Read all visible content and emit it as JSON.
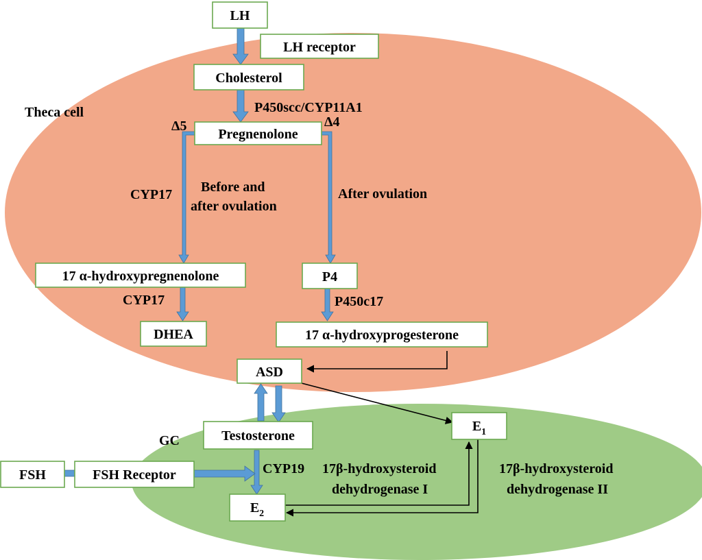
{
  "colors": {
    "theca_fill": "#f2a889",
    "gc_fill": "#9fcb86",
    "box_border": "#6aa84f",
    "thick_arrow": "#5b9bd5",
    "thin_arrow": "#000000"
  },
  "regions": {
    "theca_label": "Theca cell",
    "gc_label": "GC"
  },
  "nodes": {
    "lh": "LH",
    "lh_receptor": "LH receptor",
    "cholesterol": "Cholesterol",
    "pregnenolone": "Pregnenolone",
    "hydroxypregnenolone": "17 α-hydroxypregnenolone",
    "dhea": "DHEA",
    "p4": "P4",
    "hydroxyprogesterone": "17 α-hydroxyprogesterone",
    "asd": "ASD",
    "testosterone": "Testosterone",
    "e1": "E",
    "e1_sub": "1",
    "e2": "E",
    "e2_sub": "2",
    "fsh": "FSH",
    "fsh_receptor": "FSH Receptor"
  },
  "labels": {
    "p450scc": "P450scc/CYP11A1",
    "delta5": "Δ5",
    "delta4": "Δ4",
    "cyp17_left": "CYP17",
    "before_after_1": "Before and",
    "before_after_2": "after ovulation",
    "after_ovulation": "After ovulation",
    "cyp17_lower": "CYP17",
    "p450c17": "P450c17",
    "cyp19": "CYP19",
    "hsd1_line1": "17β-hydroxysteroid",
    "hsd1_line2": "dehydrogenase I",
    "hsd2_line1": "17β-hydroxysteroid",
    "hsd2_line2": "dehydrogenase II"
  }
}
